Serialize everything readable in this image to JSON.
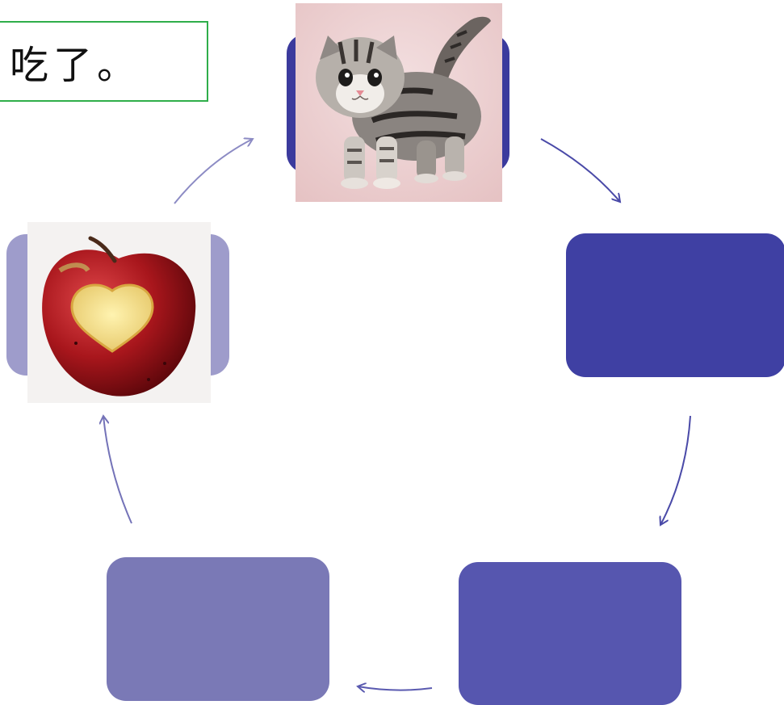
{
  "caption": {
    "text": "吃了。"
  },
  "cycle": {
    "nodes": [
      {
        "id": "top",
        "label": "",
        "image": "kitten-photo",
        "color": "#3b3a9d"
      },
      {
        "id": "right",
        "label": "",
        "image": "",
        "color": "#3f40a3"
      },
      {
        "id": "bottom-right",
        "label": "",
        "image": "",
        "color": "#5656af"
      },
      {
        "id": "bottom-left",
        "label": "",
        "image": "",
        "color": "#7a79b6"
      },
      {
        "id": "left",
        "label": "",
        "image": "apple-heart-photo",
        "color": "#9e9ccb"
      }
    ],
    "arrow_colors": [
      "#4a4aa8",
      "#4a4aa8",
      "#5a5ab0",
      "#7473b8",
      "#8c8bc4"
    ]
  },
  "colors": {
    "caption_border": "#2fae4a",
    "background": "#ffffff"
  }
}
